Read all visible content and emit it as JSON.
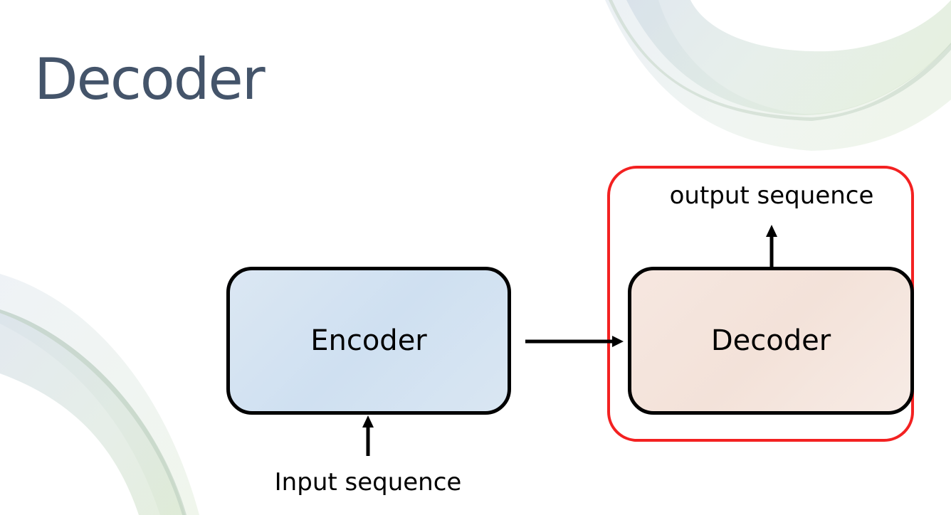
{
  "slide": {
    "title": "Decoder"
  },
  "diagram": {
    "encoder_label": "Encoder",
    "decoder_label": "Decoder",
    "input_label": "Input sequence",
    "output_label": "output sequence",
    "highlight_color": "#f32121",
    "title_color": "#44546a",
    "encoder_fill": "#d6e4f2",
    "decoder_fill": "#f4e4dc"
  }
}
